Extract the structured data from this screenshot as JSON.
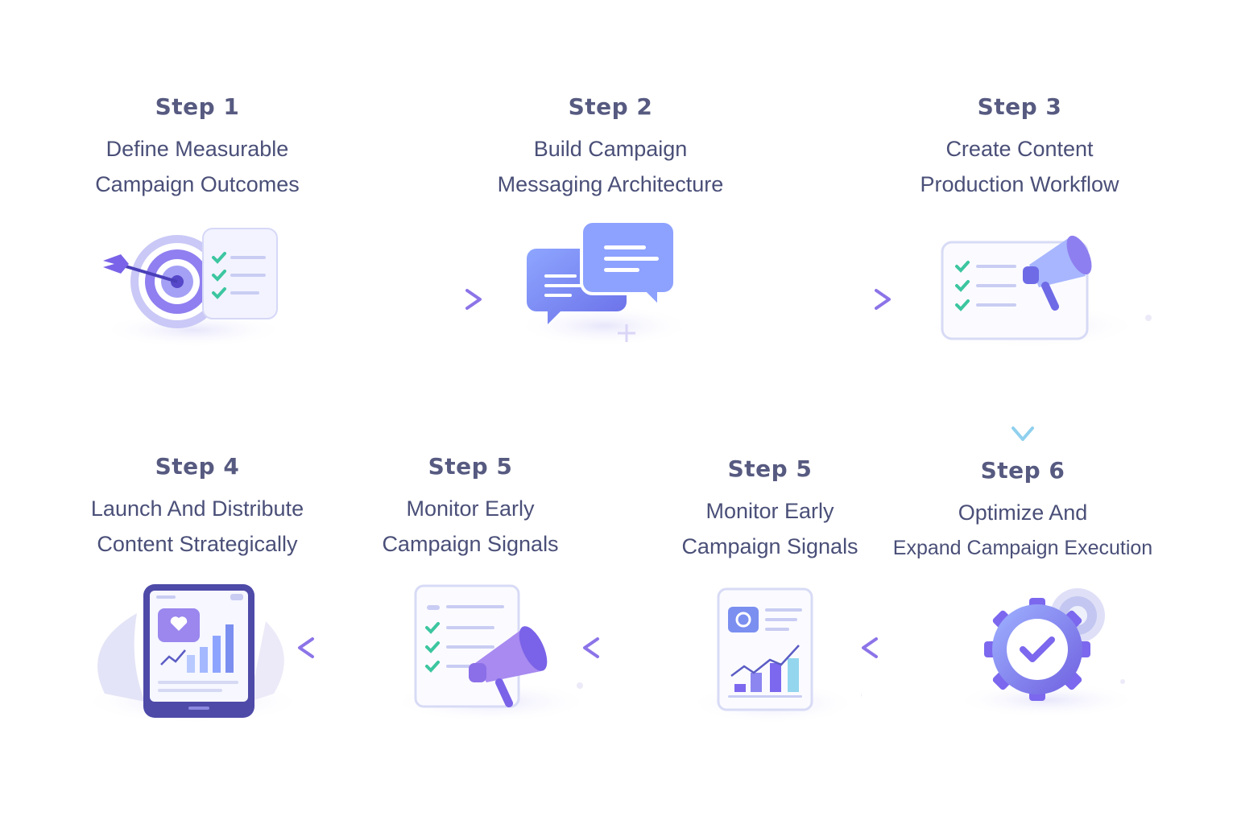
{
  "colors": {
    "text_heading": "#575a80",
    "text_body": "#4a4f78",
    "accent_purple": "#7b68ee",
    "accent_blue": "#8fb8ff",
    "check_green": "#3cc6a0"
  },
  "steps": [
    {
      "number": "Step 1",
      "line1": "Define Measurable",
      "line2": "Campaign Outcomes",
      "icon": "target-checklist-icon"
    },
    {
      "number": "Step 2",
      "line1": "Build Campaign",
      "line2": "Messaging Architecture",
      "icon": "chat-bubbles-icon"
    },
    {
      "number": "Step 3",
      "line1": "Create Content",
      "line2": "Production Workflow",
      "icon": "checklist-megaphone-icon"
    },
    {
      "number": "Step 4",
      "line1": "Launch And Distribute",
      "line2": "Content Strategically",
      "icon": "tablet-analytics-icon"
    },
    {
      "number": "Step 5",
      "line1": "Monitor Early",
      "line2": "Campaign Signals",
      "icon": "document-megaphone-icon"
    },
    {
      "number": "Step 5",
      "line1": "Monitor Early",
      "line2": "Campaign Signals",
      "icon": "report-chart-icon"
    },
    {
      "number": "Step 6",
      "line1": "Optimize And",
      "line2": "Expand Campaign Execution",
      "icon": "gear-check-icon"
    }
  ]
}
